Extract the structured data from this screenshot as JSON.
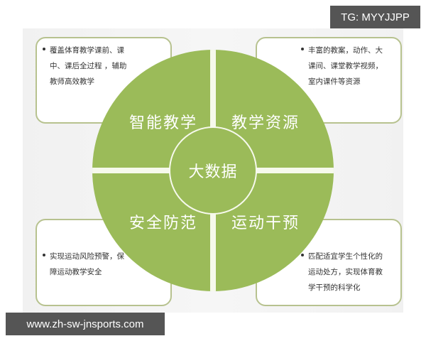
{
  "watermarks": {
    "top_right": "TG: MYYJJPP",
    "bottom_left": "www.zh-sw-jnsports.com"
  },
  "diagram": {
    "center": "大数据",
    "quadrants": [
      {
        "position": "top-left",
        "label": "智能教学"
      },
      {
        "position": "top-right",
        "label": "教学资源"
      },
      {
        "position": "bottom-left",
        "label": "安全防范"
      },
      {
        "position": "bottom-right",
        "label": "运动干预"
      }
    ],
    "colors": {
      "wheel": "#9bbb59",
      "gap": "#f6f9ec",
      "box_border": "#b7c28f",
      "frame": "#f1f1f1",
      "watermark_bg": "#555555"
    }
  },
  "boxes": {
    "top_left": {
      "lines": [
        "覆盖体育教学课前、课",
        "中、课后全过程 ，辅助",
        "教师高效教学"
      ]
    },
    "top_right": {
      "lines": [
        "丰富的教案，动作、大",
        "课间、课堂教学视频，",
        "室内课件等资源"
      ]
    },
    "bottom_left": {
      "lines": [
        "实现运动风险预警，保",
        "障运动教学安全"
      ]
    },
    "bottom_right": {
      "lines": [
        "匹配适宜学生个性化的",
        "运动处方，实现体育教",
        "学干预的科学化"
      ]
    }
  }
}
